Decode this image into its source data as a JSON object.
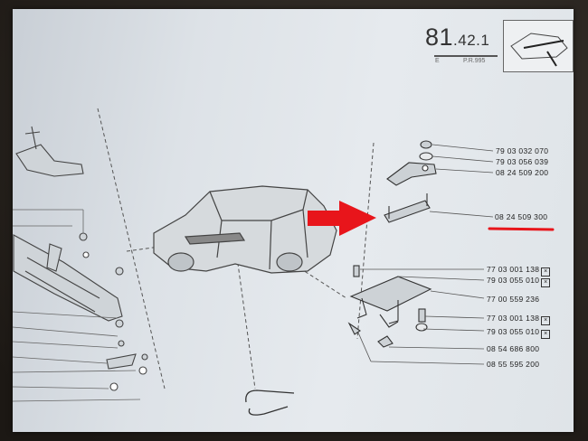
{
  "page": {
    "section": "81",
    "subsection": ".42.1",
    "edition": "E",
    "pr": "P.R.995"
  },
  "parts": [
    {
      "ref": "79 03 032 070"
    },
    {
      "ref": "79 03 056 039"
    },
    {
      "ref": "08 24 509 200"
    },
    {
      "ref": "08 24 509 300",
      "highlighted": true
    },
    {
      "ref": "77 03 001 138",
      "boxed": true
    },
    {
      "ref": "79 03 055 010",
      "boxed": true
    },
    {
      "ref": "77 00 559 236"
    },
    {
      "ref": "77 03 001 138",
      "boxed": true
    },
    {
      "ref": "79 03 055 010",
      "boxed": true
    },
    {
      "ref": "08 54 686 800"
    },
    {
      "ref": "08 55 595 200"
    }
  ],
  "box_mark": "×",
  "colors": {
    "arrow": "#e8151b",
    "underline": "#e8151b",
    "ink": "#333333",
    "paper": "#e3e7eb"
  },
  "icons": [
    "red-arrow-icon",
    "car-body-drawing",
    "mounting-bracket-drawing",
    "exhaust-support-plate-drawing"
  ]
}
